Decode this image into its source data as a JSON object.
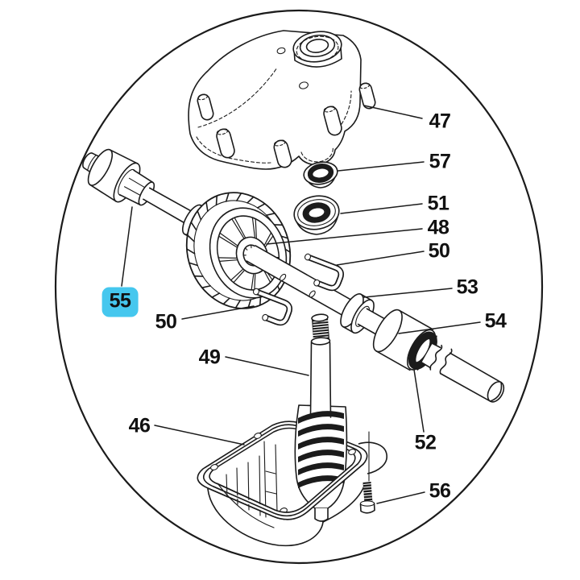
{
  "figure": {
    "type": "exploded parts diagram",
    "subject": "gear case / transmission assembly",
    "background_color": "#ffffff",
    "line_color": "#1b1b1b",
    "highlight_color": "#45c7ee",
    "selected_callout": "55"
  },
  "callouts": [
    {
      "id": "47",
      "text": "47",
      "highlighted": false
    },
    {
      "id": "57",
      "text": "57",
      "highlighted": false
    },
    {
      "id": "51",
      "text": "51",
      "highlighted": false
    },
    {
      "id": "48",
      "text": "48",
      "highlighted": false
    },
    {
      "id": "50-right",
      "text": "50",
      "highlighted": false
    },
    {
      "id": "53",
      "text": "53",
      "highlighted": false
    },
    {
      "id": "54",
      "text": "54",
      "highlighted": false
    },
    {
      "id": "55",
      "text": "55",
      "highlighted": true
    },
    {
      "id": "50-left",
      "text": "50",
      "highlighted": false
    },
    {
      "id": "49",
      "text": "49",
      "highlighted": false
    },
    {
      "id": "46",
      "text": "46",
      "highlighted": false
    },
    {
      "id": "52",
      "text": "52",
      "highlighted": false
    },
    {
      "id": "56",
      "text": "56",
      "highlighted": false
    }
  ]
}
